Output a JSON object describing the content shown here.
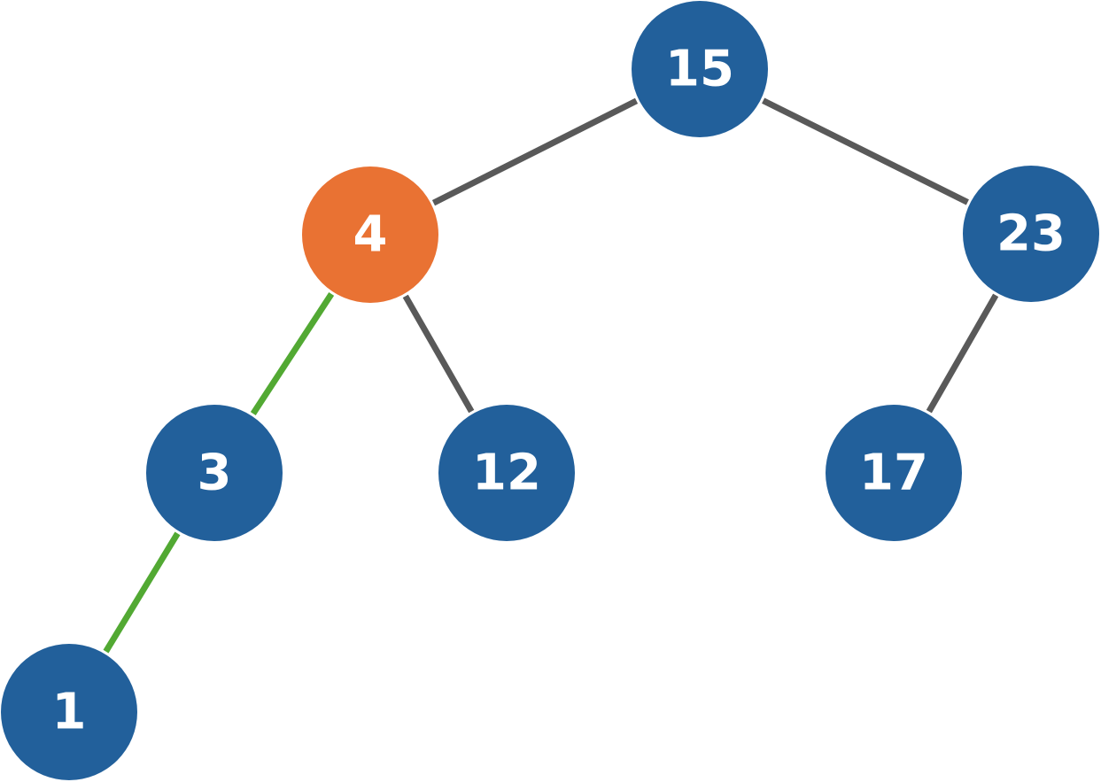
{
  "colors": {
    "node_default": "#22609b",
    "node_highlight": "#e97233",
    "edge_default": "#595959",
    "edge_highlight": "#52a933",
    "label": "#ffffff"
  },
  "nodes": [
    {
      "id": "n15",
      "label": "15",
      "highlight": false
    },
    {
      "id": "n4",
      "label": "4",
      "highlight": true
    },
    {
      "id": "n23",
      "label": "23",
      "highlight": false
    },
    {
      "id": "n3",
      "label": "3",
      "highlight": false
    },
    {
      "id": "n12",
      "label": "12",
      "highlight": false
    },
    {
      "id": "n17",
      "label": "17",
      "highlight": false
    },
    {
      "id": "n1",
      "label": "1",
      "highlight": false
    }
  ],
  "edges": [
    {
      "from": "n15",
      "to": "n4",
      "highlight": false
    },
    {
      "from": "n15",
      "to": "n23",
      "highlight": false
    },
    {
      "from": "n4",
      "to": "n3",
      "highlight": true
    },
    {
      "from": "n4",
      "to": "n12",
      "highlight": false
    },
    {
      "from": "n23",
      "to": "n17",
      "highlight": false
    },
    {
      "from": "n3",
      "to": "n1",
      "highlight": true
    }
  ]
}
